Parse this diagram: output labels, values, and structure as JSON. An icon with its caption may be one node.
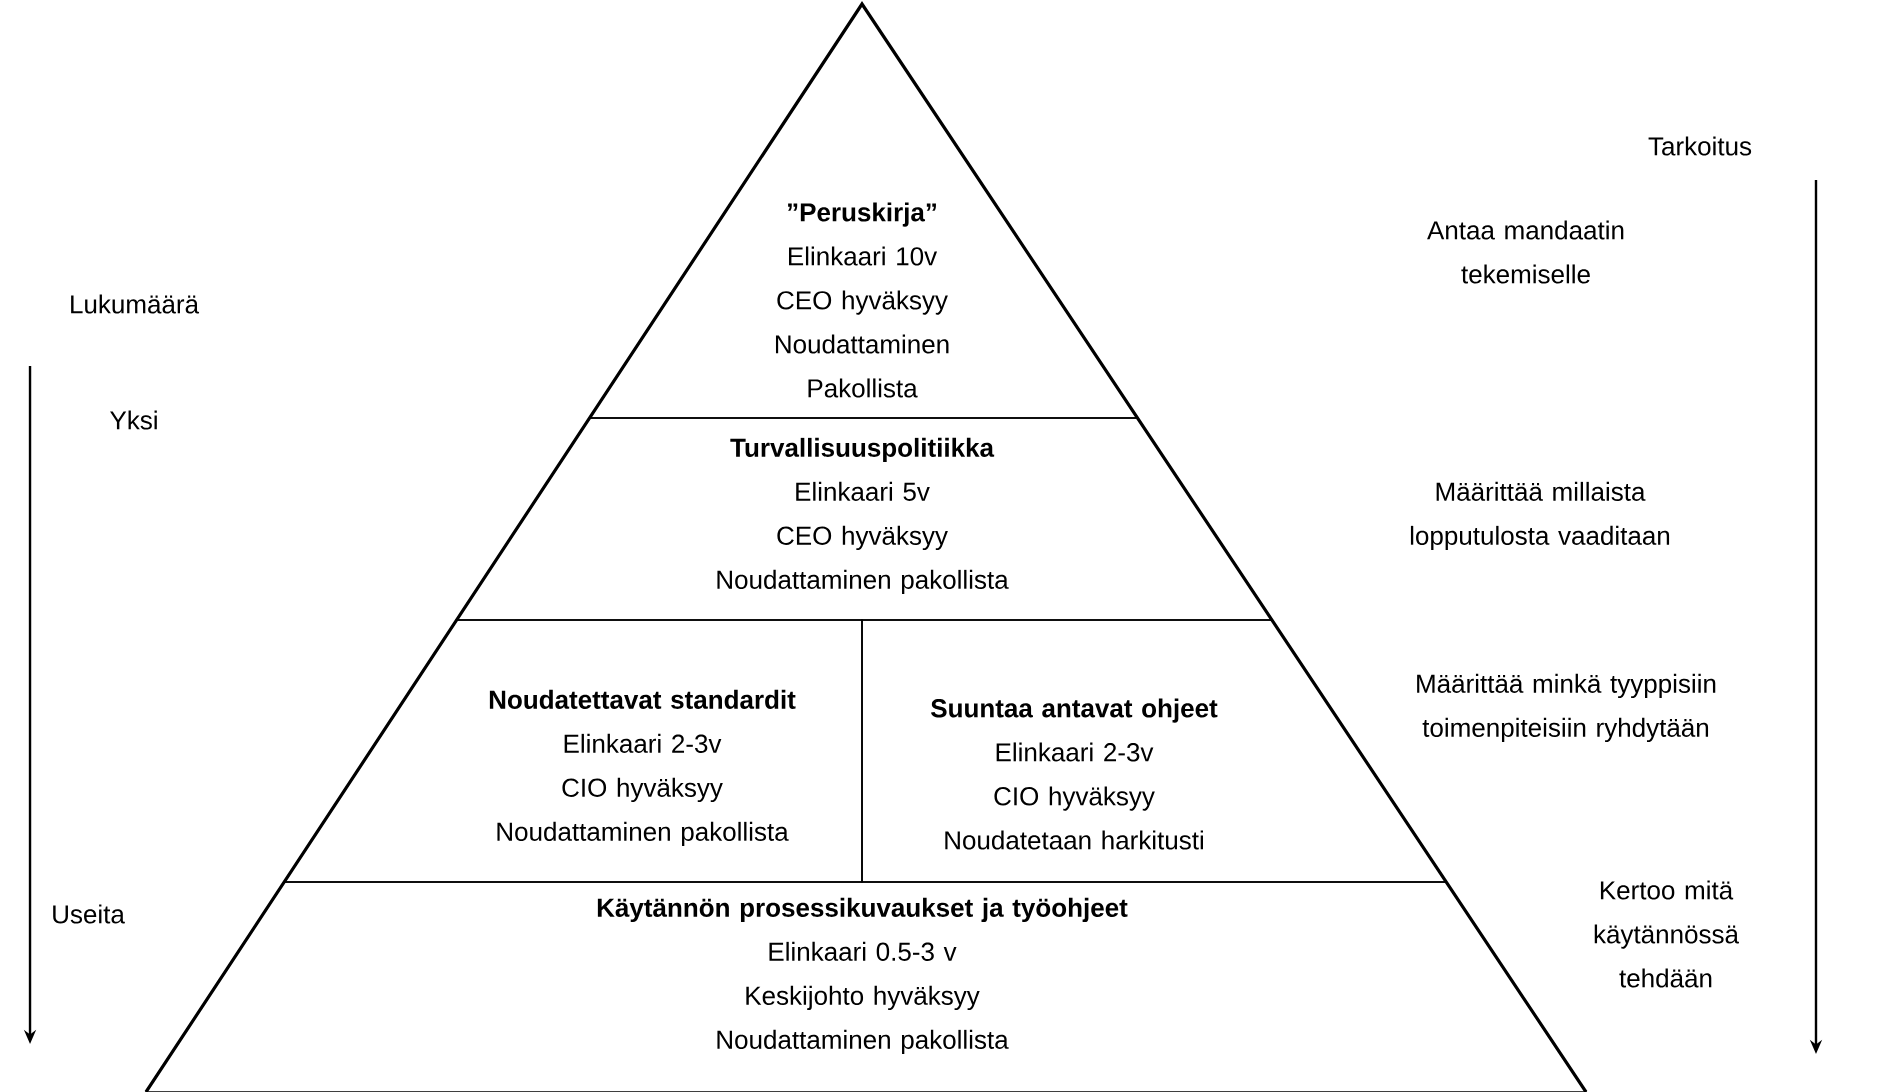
{
  "diagram": {
    "nodes": [
      {
        "text": [
          "”Peruskirja”",
          "Elinkaari 10v",
          "CEO hyväksyy",
          "Noudattaminen Pakollista"
        ]
      },
      {
        "text": [
          "Turvallisuuspolitiikka",
          "Elinkaari 5v",
          "CEO hyväksyy",
          "Noudattaminen pakollista"
        ]
      },
      {
        "text": [
          "Noudatettavat standardit",
          "Elinkaari 2-3v",
          "CIO hyväksyy",
          "Noudattaminen pakollista"
        ]
      },
      {
        "text": [
          "Suuntaa antavat ohjeet",
          "Elinkaari 2-3v",
          "CIO hyväksyy",
          "Noudatetaan harkitusti"
        ]
      },
      {
        "text": [
          "Käytännön prosessikuvaukset ja työohjeet",
          "Elinkaari 0.5-3 v",
          "Keskijohto hyväksyy",
          "Noudattaminen pakollista"
        ]
      }
    ],
    "labels": [
      "Tarkoitus",
      "Antaa mandaatin tekemiselle",
      "Lukumäärä",
      "Yksi",
      "Määrittää millaista lopputulosta vaaditaan",
      "Määrittää minkä tyyppisiin toimenpiteisiin ryhdytään",
      "Useita",
      "Kertoo mitä käytännössä tehdään"
    ]
  }
}
